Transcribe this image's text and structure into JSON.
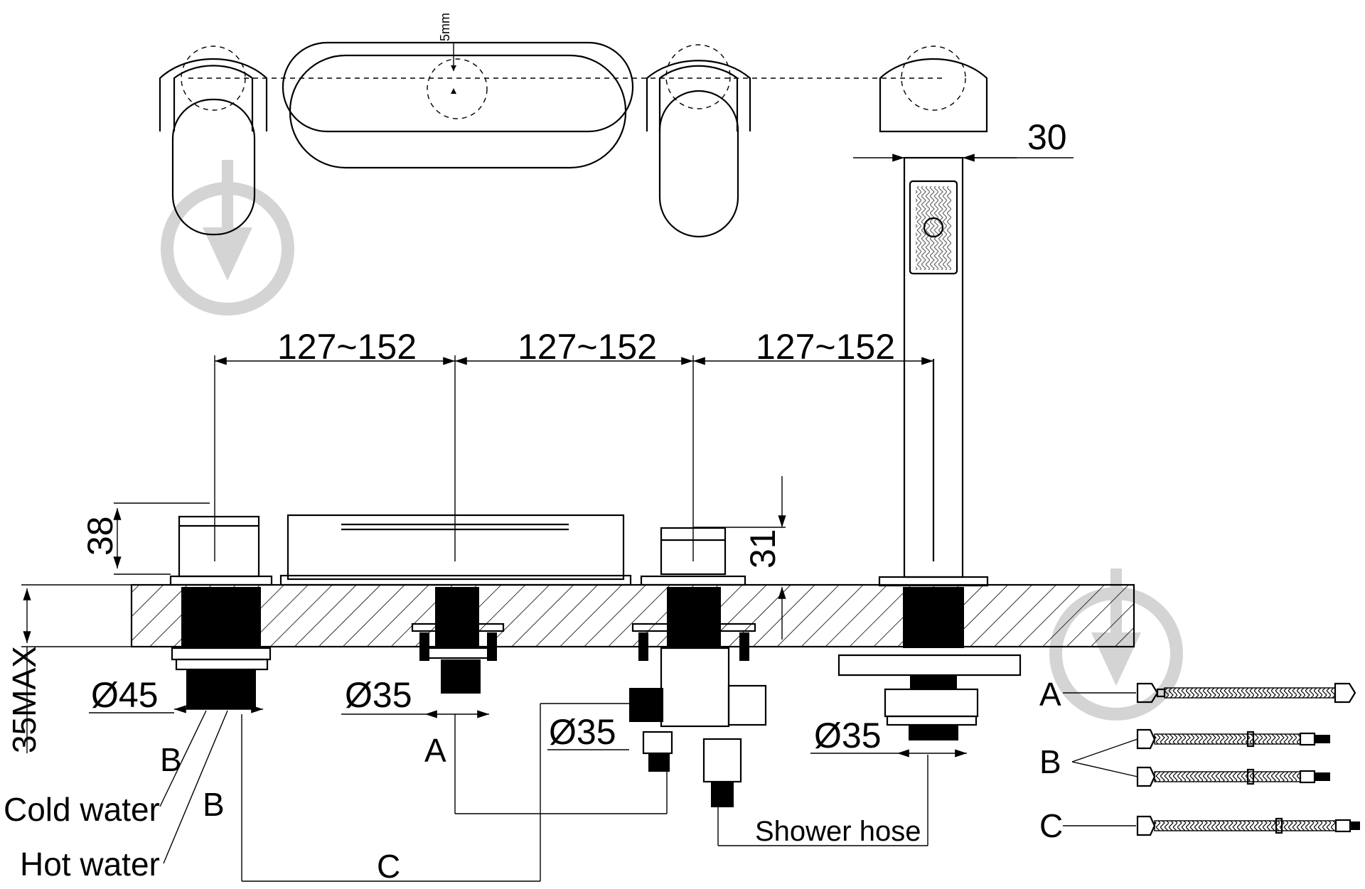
{
  "top_view": {
    "spout_gap_label": "5mm"
  },
  "dimensions": {
    "handshower_width": "30",
    "spacing_1": "127~152",
    "spacing_2": "127~152",
    "spacing_3": "127~152",
    "handle_height": "38",
    "diverter_height": "31",
    "deck_thickness": "35MAX",
    "dia_mixer": "Ø45",
    "dia_spout": "Ø35",
    "dia_diverter": "Ø35",
    "dia_shower": "Ø35"
  },
  "labels": {
    "b_cold": "B",
    "b_hot": "B",
    "cold_water": "Cold water",
    "hot_water": "Hot water",
    "a_spout": "A",
    "c_bottom": "C",
    "shower_hose": "Shower hose"
  },
  "hose_legend": {
    "a": "A",
    "b": "B",
    "c": "C"
  },
  "colors": {
    "line": "#000000",
    "watermark": "#d4d4d4"
  }
}
